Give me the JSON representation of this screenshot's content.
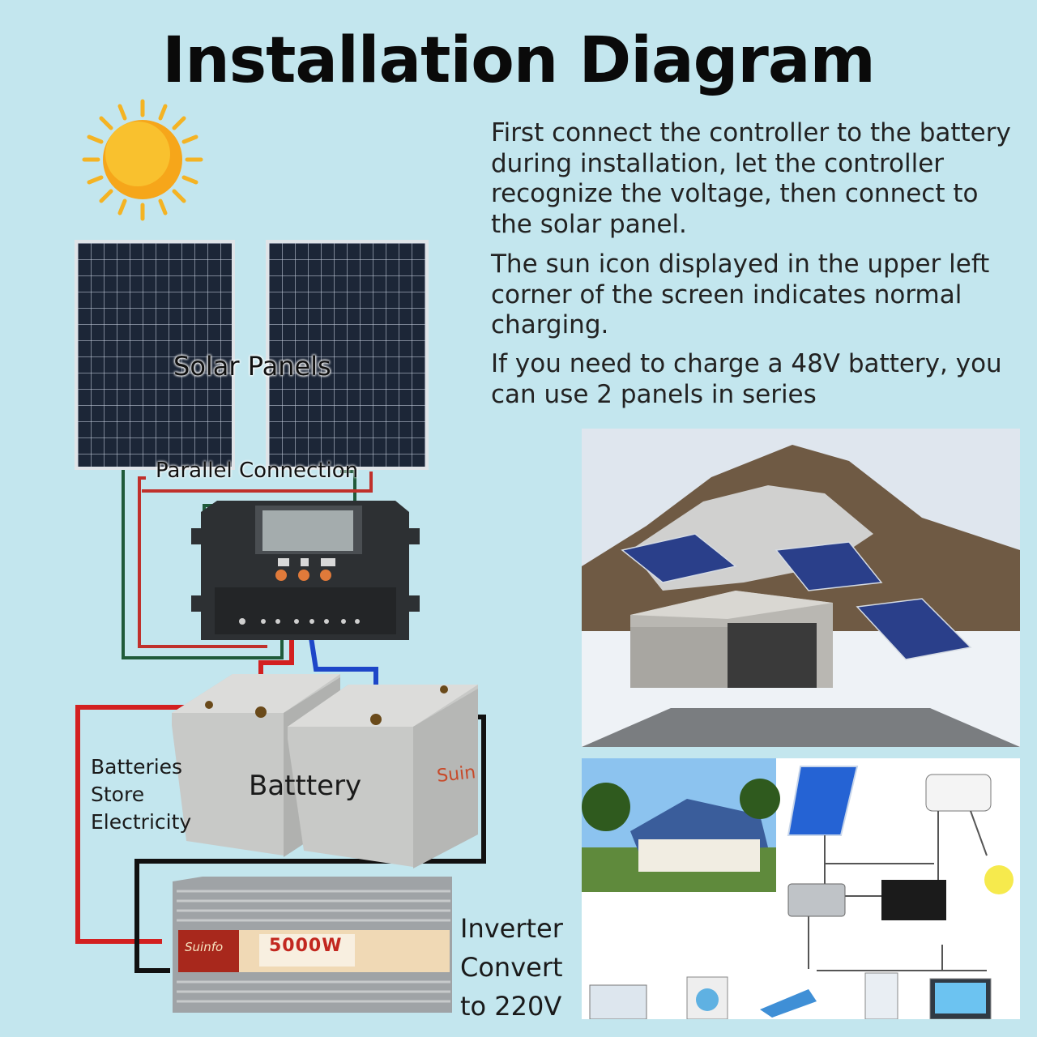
{
  "title": "Installation Diagram",
  "instructions": {
    "para1": "First connect the controller to the battery during installation, let the controller recognize the voltage, then connect to the solar panel.",
    "para2": "The sun icon displayed in the upper left corner of the screen indicates normal charging.",
    "para3": "If you need to charge a 48V battery, you can use 2 panels in series"
  },
  "labels": {
    "solar_panels": "Solar Panels",
    "parallel_connection": "Parallel Connection",
    "batteries_store": "Batteries Store Electricity",
    "battery": "Batttery",
    "inverter": "Inverter Convert to 220V"
  },
  "inverter_device": {
    "brand": "Suinfo",
    "rating": "5000W"
  },
  "colors": {
    "background": "#c3e6ee",
    "positive_wire": "#d32020",
    "negative_wire": "#111111",
    "green_wire": "#1f5a3a",
    "blue_wire": "#1d46c8"
  }
}
